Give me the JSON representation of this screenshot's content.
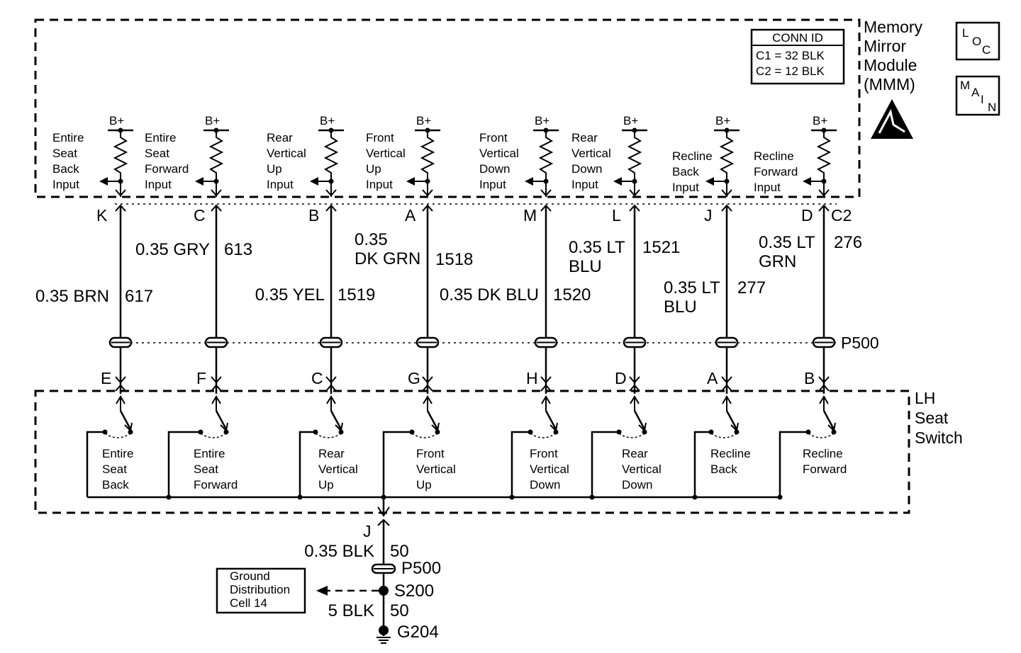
{
  "module": {
    "name_lines": [
      "Memory",
      "Mirror",
      "Module",
      "(MMM)"
    ],
    "conn_id_title": "CONN ID",
    "conn_id_lines": [
      "C1 = 32 BLK",
      "C2 = 12 BLK"
    ],
    "connector_label": "C2"
  },
  "icons": {
    "loc": [
      "L",
      "O",
      "C"
    ],
    "main": [
      "M",
      "A",
      "I",
      "N"
    ]
  },
  "inputs": [
    {
      "b_label": "B+",
      "lines": [
        "Entire",
        "Seat",
        "Back",
        "Input"
      ],
      "pin": "K",
      "wire": "0.35 BRN",
      "circuit": "617",
      "switch_pin": "E",
      "switch_lines": [
        "Entire",
        "Seat",
        "Back"
      ]
    },
    {
      "b_label": "B+",
      "lines": [
        "Entire",
        "Seat",
        "Forward",
        "Input"
      ],
      "pin": "C",
      "wire": "0.35 GRY",
      "circuit": "613",
      "switch_pin": "F",
      "switch_lines": [
        "Entire",
        "Seat",
        "Forward"
      ]
    },
    {
      "b_label": "B+",
      "lines": [
        "Rear",
        "Vertical",
        "Up",
        "Input"
      ],
      "pin": "B",
      "wire": "0.35 YEL",
      "circuit": "1519",
      "switch_pin": "C",
      "switch_lines": [
        "Rear",
        "Vertical",
        "Up"
      ]
    },
    {
      "b_label": "B+",
      "lines": [
        "Front",
        "Vertical",
        "Up",
        "Input"
      ],
      "pin": "A",
      "wire_lines": [
        "0.35",
        "DK GRN"
      ],
      "circuit": "1518",
      "switch_pin": "G",
      "switch_lines": [
        "Front",
        "Vertical",
        "Up"
      ]
    },
    {
      "b_label": "B+",
      "lines": [
        "Front",
        "Vertical",
        "Down",
        "Input"
      ],
      "pin": "M",
      "wire": "0.35 DK BLU",
      "circuit": "1520",
      "switch_pin": "H",
      "switch_lines": [
        "Front",
        "Vertical",
        "Down"
      ]
    },
    {
      "b_label": "B+",
      "lines": [
        "Rear",
        "Vertical",
        "Down",
        "Input"
      ],
      "pin": "L",
      "wire_lines": [
        "0.35 LT",
        "BLU"
      ],
      "circuit": "1521",
      "switch_pin": "D",
      "switch_lines": [
        "Rear",
        "Vertical",
        "Down"
      ]
    },
    {
      "b_label": "B+",
      "lines": [
        "Recline",
        "Back",
        "Input"
      ],
      "pin": "J",
      "wire_lines": [
        "0.35 LT",
        "BLU"
      ],
      "circuit": "277",
      "switch_pin": "A",
      "switch_lines": [
        "Recline",
        "Back"
      ]
    },
    {
      "b_label": "B+",
      "lines": [
        "Recline",
        "Forward",
        "Input"
      ],
      "pin": "D",
      "wire_lines": [
        "0.35 LT",
        "GRN"
      ],
      "circuit": "276",
      "switch_pin": "B",
      "switch_lines": [
        "Recline",
        "Forward"
      ]
    }
  ],
  "inline_connector": "P500",
  "switch_name_lines": [
    "LH",
    "Seat",
    "Switch"
  ],
  "ground": {
    "pin": "J",
    "wire1": "0.35 BLK",
    "circuit1": "50",
    "connector": "P500",
    "splice": "S200",
    "wire2": "5 BLK",
    "circuit2": "50",
    "ground_point": "G204",
    "ref_lines": [
      "Ground",
      "Distribution",
      "Cell 14"
    ]
  }
}
